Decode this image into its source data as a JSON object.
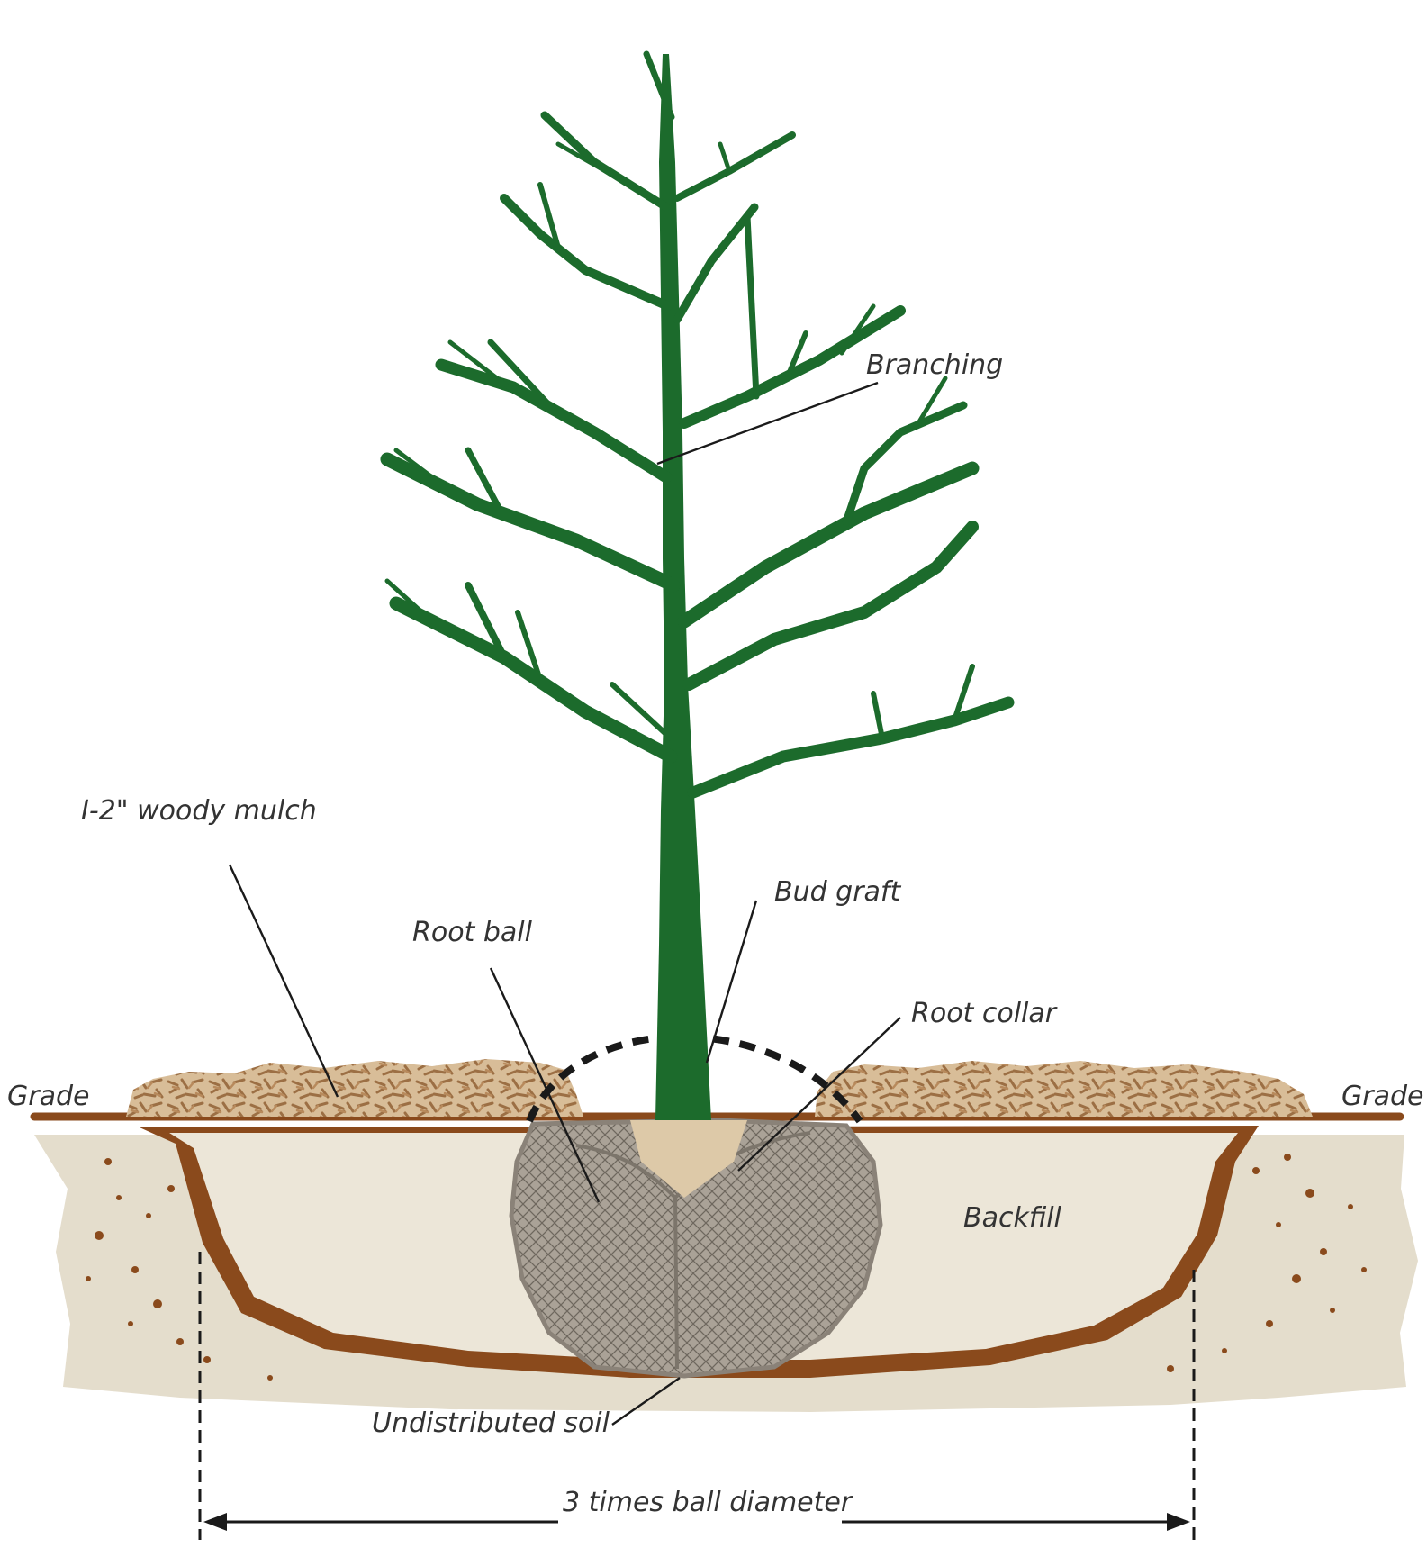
{
  "labels": {
    "branching": "Branching",
    "mulch": "I-2\" woody mulch",
    "bud_graft": "Bud graft",
    "root_ball": "Root ball",
    "root_collar": "Root collar",
    "grade_left": "Grade",
    "grade_right": "Grade",
    "backfill": "Backfill",
    "undistributed_soil": "Undistributed soil",
    "dimension": "3 times ball diameter"
  },
  "colors": {
    "tree": "#1c6b2c",
    "soil_dark": "#8a4a1c",
    "backfill": "#ece6d8",
    "ground": "#e3dccb",
    "mulch": "#c9a47a",
    "root_ball": "#a79f94"
  }
}
